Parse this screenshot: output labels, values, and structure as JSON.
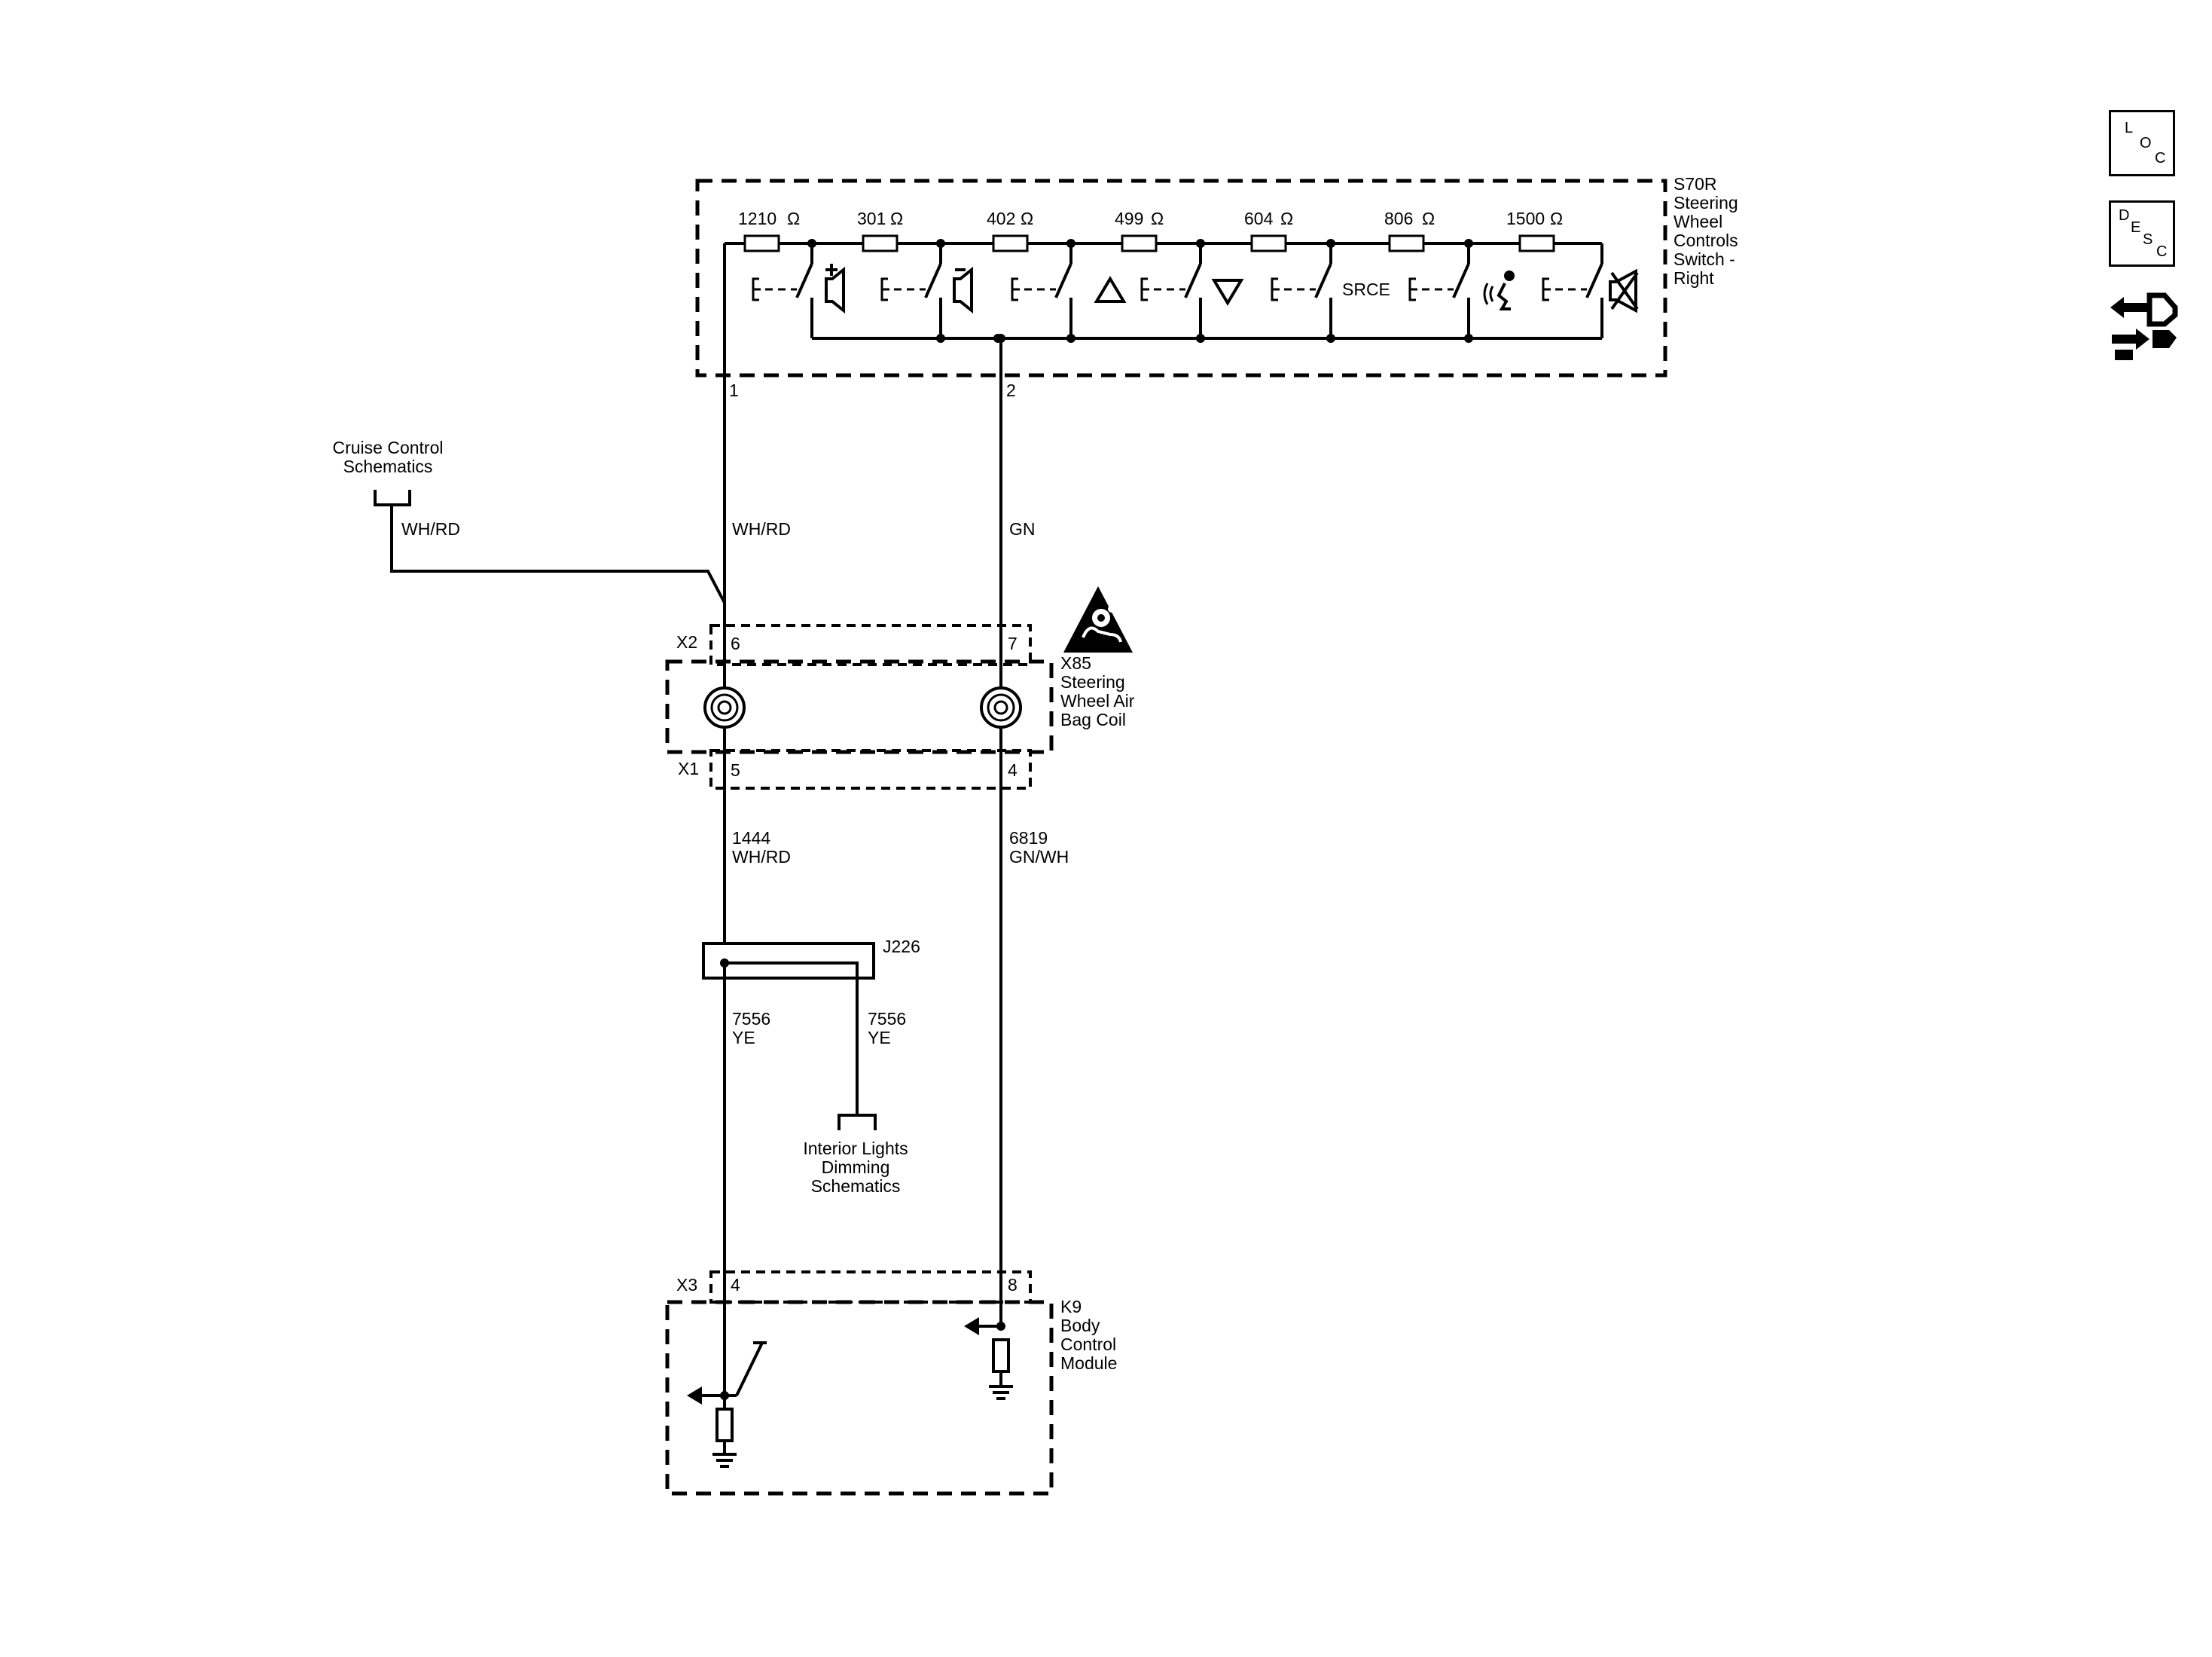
{
  "switch_module": {
    "id": "S70R",
    "name_lines": [
      "Steering",
      "Wheel",
      "Controls",
      "Switch -",
      "Right"
    ],
    "resistors": [
      "1210",
      "301",
      "402",
      "499",
      "604",
      "806",
      "1500"
    ],
    "ohm_symbol": "Ω",
    "source_label": "SRCE",
    "pins": [
      "1",
      "2"
    ]
  },
  "wires": {
    "left_upper": "WH/RD",
    "right_upper": "GN",
    "cruise_branch": "WH/RD",
    "left_lower_circuit": "1444",
    "left_lower_color": "WH/RD",
    "right_lower_circuit": "6819",
    "right_lower_color": "GN/WH",
    "after_splice_left_circuit": "7556",
    "after_splice_left_color": "YE",
    "after_splice_right_circuit": "7556",
    "after_splice_right_color": "YE"
  },
  "cruise_ref": {
    "line1": "Cruise Control",
    "line2": "Schematics"
  },
  "interior_ref": {
    "line1": "Interior Lights",
    "line2": "Dimming",
    "line3": "Schematics"
  },
  "coil": {
    "id": "X85",
    "name_lines": [
      "Steering",
      "Wheel Air",
      "Bag Coil"
    ],
    "top_connector": "X2",
    "bottom_connector": "X1",
    "top_pins": [
      "6",
      "7"
    ],
    "bottom_pins": [
      "5",
      "4"
    ]
  },
  "splice": {
    "id": "J226"
  },
  "bcm": {
    "id": "K9",
    "name_lines": [
      "Body",
      "Control",
      "Module"
    ],
    "connector": "X3",
    "pins": [
      "4",
      "8"
    ]
  },
  "side_buttons": {
    "loc": [
      "L",
      "O",
      "C"
    ],
    "desc": [
      "D",
      "E",
      "S",
      "C"
    ],
    "nav_icon": "connector-navigation-icon"
  }
}
